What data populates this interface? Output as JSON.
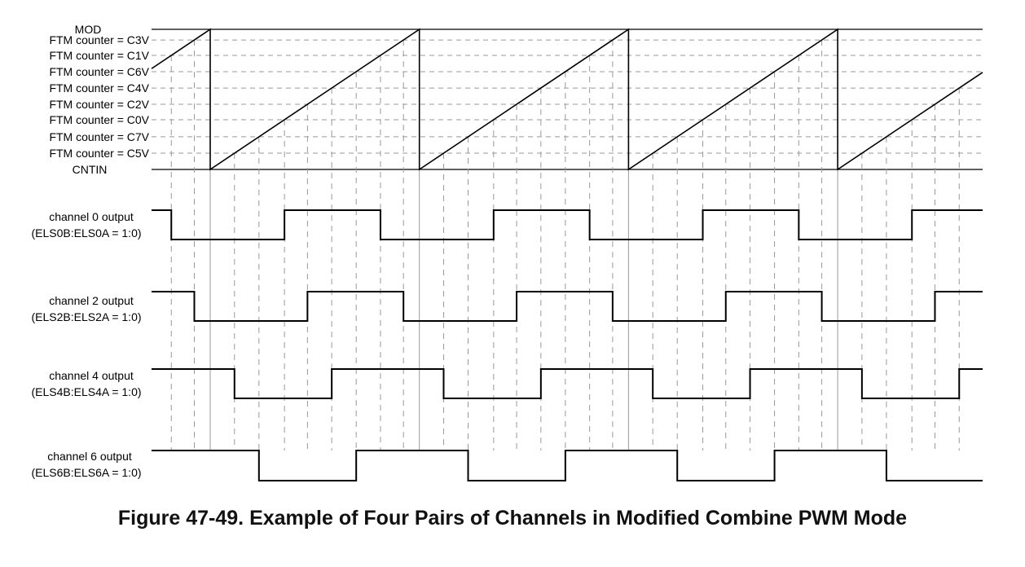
{
  "counter": {
    "top_label": "MOD",
    "bottom_label": "CNTIN",
    "levels": [
      {
        "label": "FTM counter = C3V",
        "reg": "C3V",
        "value": 0.924
      },
      {
        "label": "FTM counter = C1V",
        "reg": "C1V",
        "value": 0.814
      },
      {
        "label": "FTM counter = C6V",
        "reg": "C6V",
        "value": 0.698
      },
      {
        "label": "FTM counter = C4V",
        "reg": "C4V",
        "value": 0.581
      },
      {
        "label": "FTM counter = C2V",
        "reg": "C2V",
        "value": 0.465
      },
      {
        "label": "FTM counter = C0V",
        "reg": "C0V",
        "value": 0.355
      },
      {
        "label": "FTM counter = C7V",
        "reg": "C7V",
        "value": 0.233
      },
      {
        "label": "FTM counter = C5V",
        "reg": "C5V",
        "value": 0.116
      }
    ]
  },
  "channels": [
    {
      "label": "channel 0 output",
      "mode": "(ELS0B:ELS0A = 1:0)",
      "set_on": "C0V",
      "clear_on": "C1V"
    },
    {
      "label": "channel 2 output",
      "mode": "(ELS2B:ELS2A = 1:0)",
      "set_on": "C2V",
      "clear_on": "C3V"
    },
    {
      "label": "channel 4 output",
      "mode": "(ELS4B:ELS4A = 1:0)",
      "set_on": "C4V",
      "clear_on": "C5V"
    },
    {
      "label": "channel 6 output",
      "mode": "(ELS6B:ELS6A = 1:0)",
      "set_on": "C6V",
      "clear_on": "C7V"
    }
  ],
  "caption": "Figure 47-49. Example of Four Pairs of Channels in Modified Combine PWM Mode"
}
